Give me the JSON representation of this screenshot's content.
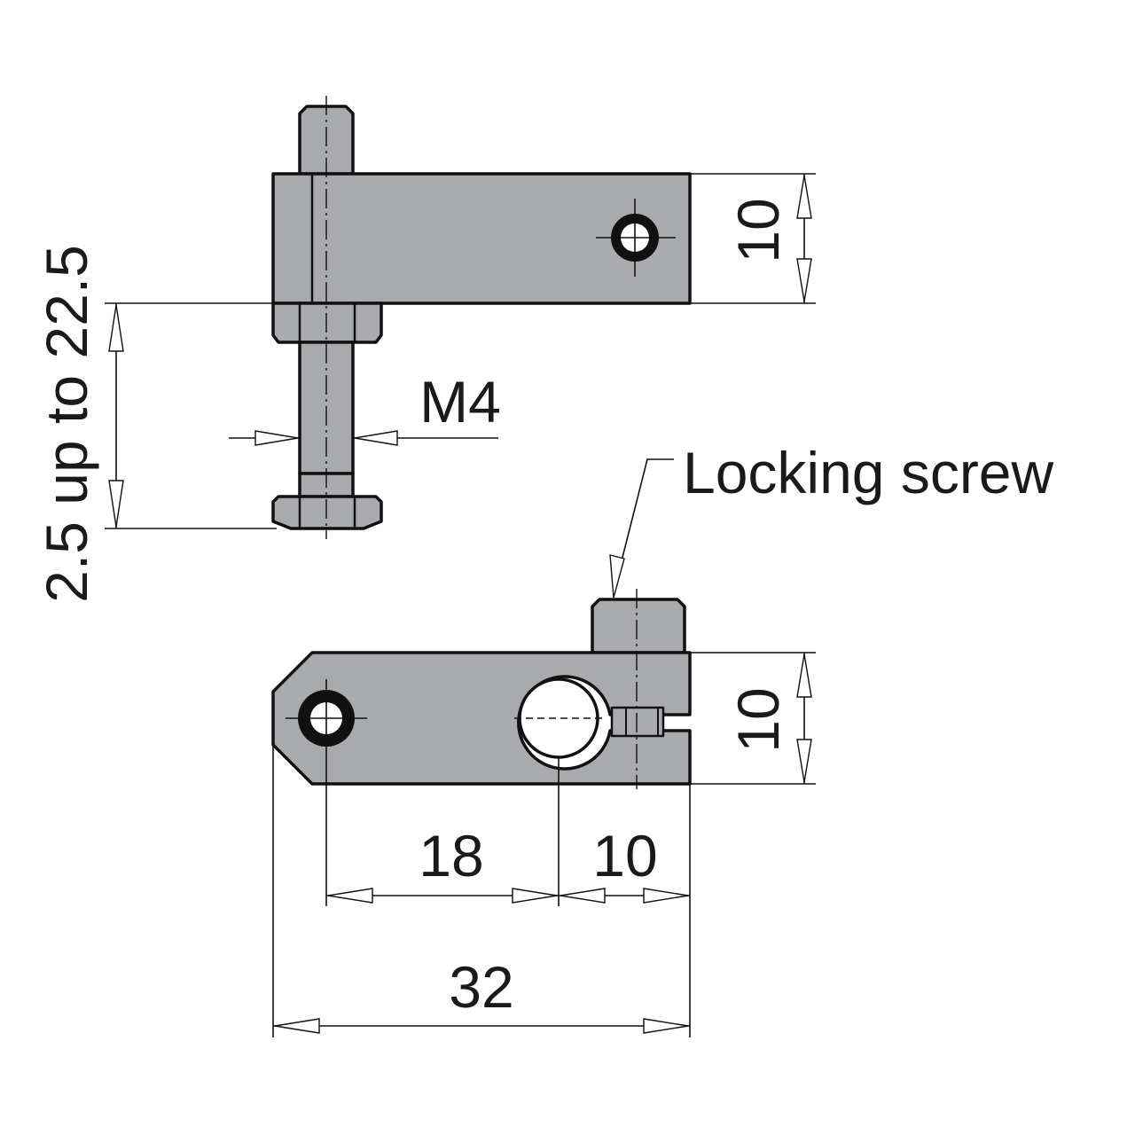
{
  "labels": {
    "height_range": "2.5 up to 22.5",
    "thread": "M4",
    "top_width": "10",
    "locking_screw": "Locking screw",
    "bottom_width": "10",
    "hole_spacing": "18",
    "end_offset": "10",
    "overall_length": "32"
  },
  "colors": {
    "part_fill": "#a9aaad",
    "line": "#111111",
    "background": "#ffffff"
  }
}
